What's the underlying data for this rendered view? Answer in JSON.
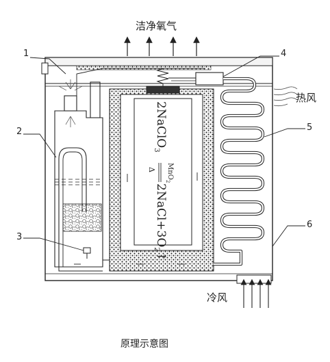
{
  "labels": {
    "top_output": "洁净氧气",
    "hot_air": "热风",
    "cold_air": "冷风",
    "caption": "原理示意图"
  },
  "callouts": [
    "1",
    "2",
    "3",
    "4",
    "5",
    "6"
  ],
  "equation": {
    "left": "2NaClO",
    "left_sub": "3",
    "catalyst": "MnO",
    "catalyst_sub": "2",
    "condition": "Δ",
    "right_a": "2NaCl+3O",
    "right_sub": "2",
    "gas_arrow": "↑"
  }
}
